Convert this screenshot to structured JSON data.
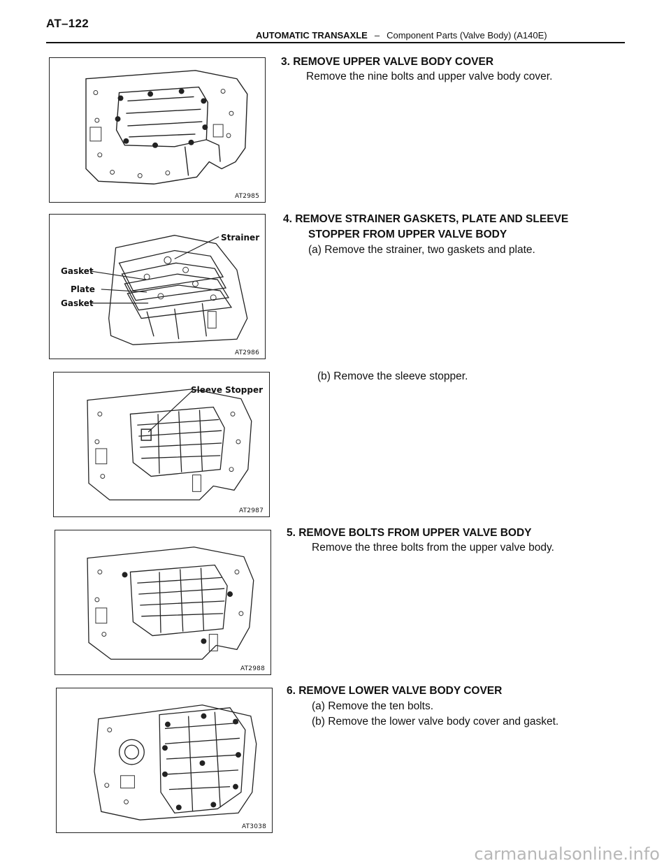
{
  "header": {
    "page_number": "AT–122",
    "section": "AUTOMATIC TRANSAXLE",
    "separator": "–",
    "subsection": "Component Parts (Valve Body) (A140E)"
  },
  "steps": [
    {
      "heading": "3. REMOVE UPPER VALVE BODY COVER",
      "lines": [
        "Remove the nine bolts and upper valve body cover."
      ]
    },
    {
      "heading": "4. REMOVE STRAINER GASKETS, PLATE AND SLEEVE",
      "heading_cont": "STOPPER FROM UPPER VALVE BODY",
      "lines": [
        "(a) Remove the strainer, two gaskets and plate."
      ]
    },
    {
      "lines": [
        "(b) Remove the sleeve stopper."
      ]
    },
    {
      "heading": "5. REMOVE BOLTS FROM UPPER VALVE BODY",
      "lines": [
        "Remove the three bolts from the upper valve body."
      ]
    },
    {
      "heading": "6. REMOVE LOWER VALVE BODY COVER",
      "lines": [
        "(a) Remove the ten bolts.",
        "(b) Remove the lower valve body cover and gasket."
      ]
    }
  ],
  "figures": [
    {
      "code": "AT2985"
    },
    {
      "code": "AT2986",
      "labels": {
        "strainer": "Strainer",
        "gasket_top": "Gasket",
        "plate": "Plate",
        "gasket_bottom": "Gasket"
      }
    },
    {
      "code": "AT2987",
      "labels": {
        "sleeve_stopper": "Sleeve Stopper"
      }
    },
    {
      "code": "AT2988"
    },
    {
      "code": "AT3038"
    }
  ],
  "watermark": "carmanualsonline.info"
}
